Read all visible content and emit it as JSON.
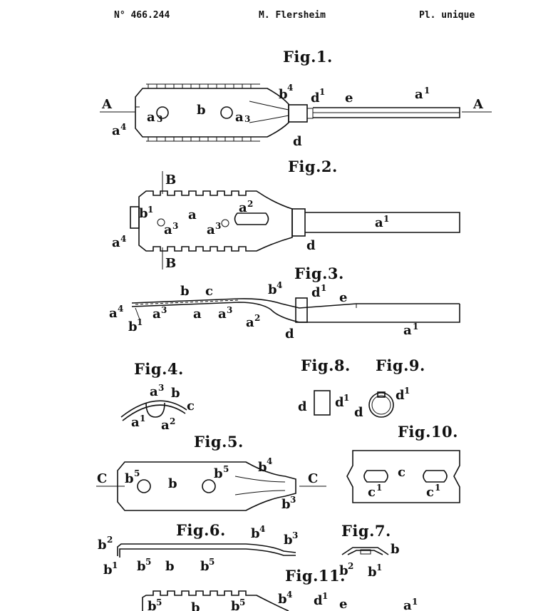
{
  "header": {
    "patent_number": "N° 466.244",
    "inventor": "M. Flersheim",
    "plate": "Pl. unique"
  },
  "figures": {
    "fig1": "Fig.1.",
    "fig2": "Fig.2.",
    "fig3": "Fig.3.",
    "fig4": "Fig.4.",
    "fig5": "Fig.5.",
    "fig6": "Fig.6.",
    "fig7": "Fig.7.",
    "fig8": "Fig.8.",
    "fig9": "Fig.9.",
    "fig10": "Fig.10.",
    "fig11": "Fig.11."
  }
}
